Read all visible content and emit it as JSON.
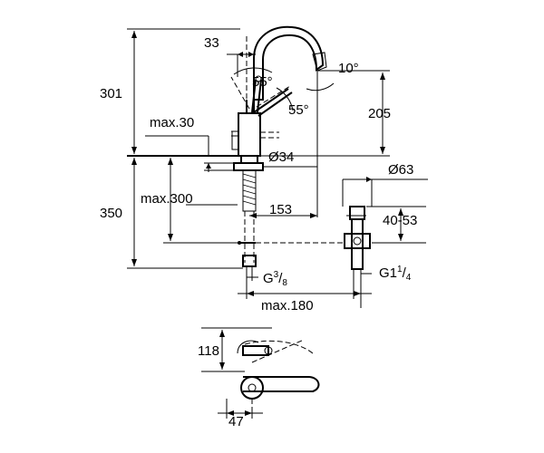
{
  "labels": {
    "dim_33": "33",
    "dim_301": "301",
    "angle_55_top": "55°",
    "angle_55_right": "55°",
    "angle_10": "10°",
    "dim_205": "205",
    "max_30": "max.30",
    "dia_34": "Ø34",
    "dia_63": "Ø63",
    "max_300": "max.300",
    "dim_153": "153",
    "dim_40_53": "40-53",
    "dim_350": "350",
    "thread_g38_base": "G",
    "thread_g38_num": "3",
    "thread_g38_den": "8",
    "thread_g114_base": "G1",
    "thread_g114_num": "1",
    "thread_g114_den": "4",
    "max_180": "max.180",
    "dim_118": "118",
    "dim_47": "47"
  }
}
